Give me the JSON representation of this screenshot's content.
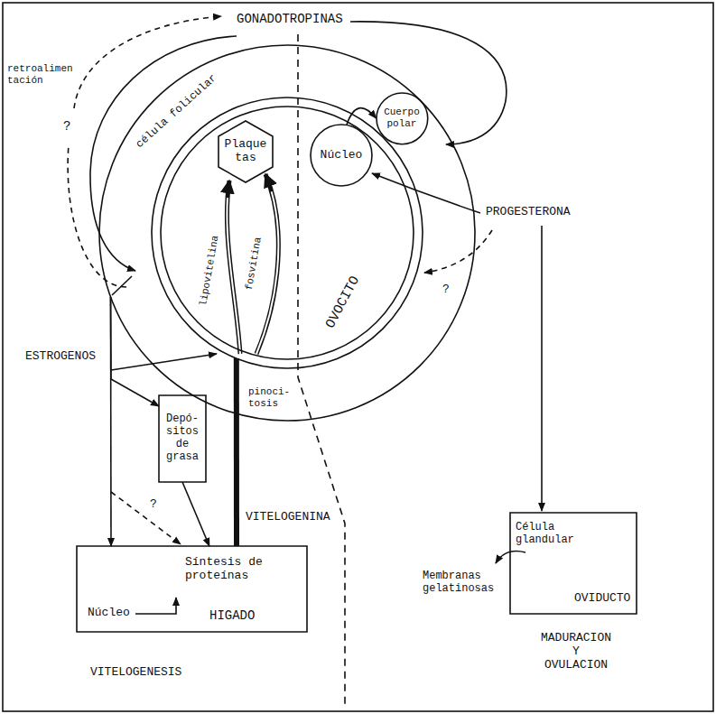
{
  "diagram": {
    "nodes": [
      {
        "text": [
          "célula folicular"
        ]
      },
      {
        "text": [
          "OVOCITO"
        ],
        "in": 0
      },
      {
        "text": [
          "Plaque tas"
        ],
        "in": 1
      },
      {
        "text": [
          "Núcleo"
        ],
        "in": 1
      },
      {
        "text": [
          "Cuerpo polar"
        ],
        "in": 0
      },
      {
        "text": [
          "Depó- sitos de grasa"
        ]
      },
      {
        "text": [
          "Núcleo",
          "Síntesis de proteínas",
          "HIGADO"
        ]
      },
      {
        "text": [
          "Célula glandular",
          "OVIDUCTO"
        ]
      }
    ],
    "edges": [
      {
        "from": 0,
        "to": 6,
        "arrow": "to"
      },
      {
        "from": 0,
        "to": 5,
        "arrow": "to"
      },
      {
        "from": 5,
        "to": 6,
        "arrow": "to"
      },
      {
        "from": 6,
        "to": 1,
        "arrow": "none",
        "label": "VITELOGENINA"
      },
      {
        "from": 3,
        "to": 4,
        "arrow": "to"
      }
    ],
    "labels": [
      "GONADOTROPINAS",
      "retroalimen tación",
      "?",
      "fosvitina",
      "lipovitelina",
      "PROGESTERONA",
      "?",
      "ESTROGENOS",
      "pinoci- tosis",
      "?",
      "Membranas gelatinosas",
      "VITELOGENESIS",
      "MADURACION Y OVULACION"
    ]
  }
}
